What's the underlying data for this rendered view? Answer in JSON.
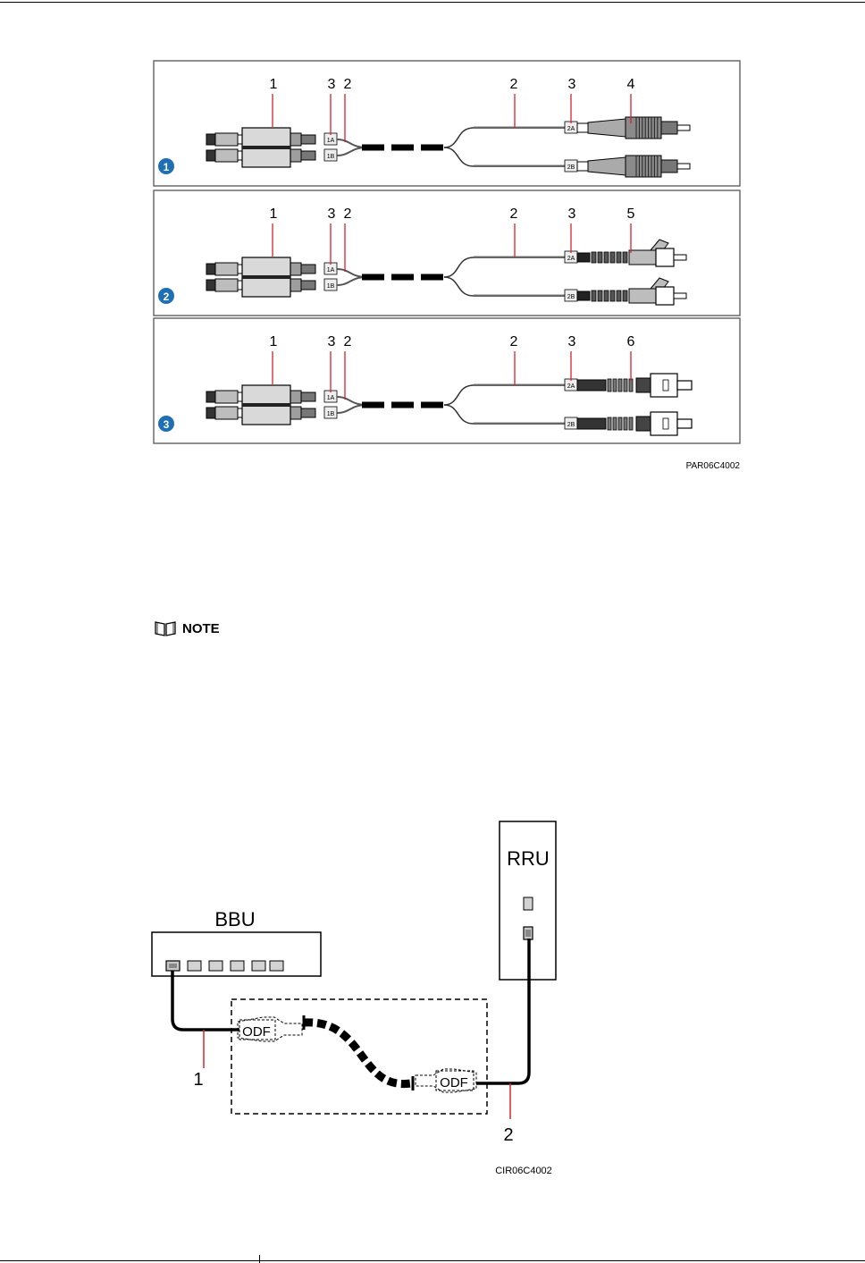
{
  "figure1": {
    "panels": [
      {
        "badge": "1",
        "callouts": [
          "1",
          "3",
          "2",
          "2",
          "3",
          "4"
        ],
        "ports": [
          "1A",
          "1B",
          "2A",
          "2B"
        ],
        "end_connector": "fc"
      },
      {
        "badge": "2",
        "callouts": [
          "1",
          "3",
          "2",
          "2",
          "3",
          "5"
        ],
        "ports": [
          "1A",
          "1B",
          "2A",
          "2B"
        ],
        "end_connector": "lc"
      },
      {
        "badge": "3",
        "callouts": [
          "1",
          "3",
          "2",
          "2",
          "3",
          "6"
        ],
        "ports": [
          "1A",
          "1B",
          "2A",
          "2B"
        ],
        "end_connector": "sc"
      }
    ],
    "code": "PAR06C4002",
    "badge_color": "#1f6fb4",
    "callout_line_color": "#d9232d"
  },
  "note": {
    "icon": "book-icon",
    "label": "NOTE"
  },
  "figure2": {
    "bbu_label": "BBU",
    "rru_label": "RRU",
    "odf_left": "ODF",
    "odf_right": "ODF",
    "callout_1": "1",
    "callout_2": "2",
    "code": "CIR06C4002"
  }
}
